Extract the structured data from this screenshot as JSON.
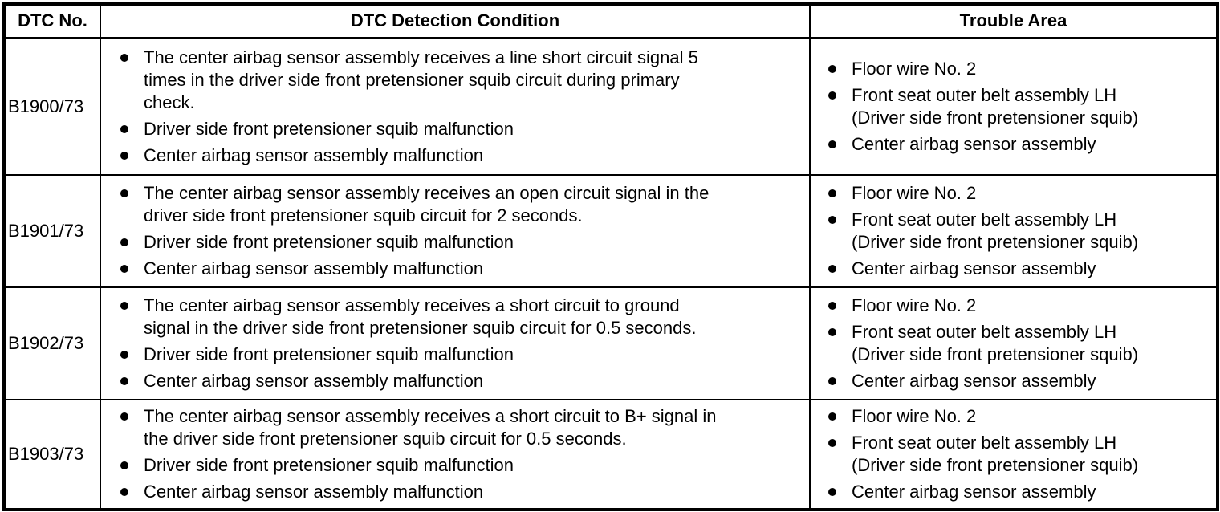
{
  "icons": {
    "bullet": "●"
  },
  "colors": {
    "border": "#000000",
    "text": "#000000",
    "background": "#ffffff"
  },
  "table": {
    "columns": [
      {
        "key": "dtc_no",
        "label": "DTC No."
      },
      {
        "key": "detection",
        "label": "DTC Detection Condition"
      },
      {
        "key": "trouble",
        "label": "Trouble Area"
      }
    ],
    "rows": [
      {
        "dtc_no": "B1900/73",
        "detection_conditions": [
          [
            "The center airbag sensor assembly receives a line short circuit signal 5",
            "times in the driver side front pretensioner squib circuit during primary",
            "check."
          ],
          [
            "Driver side front pretensioner squib malfunction"
          ],
          [
            "Center airbag sensor assembly malfunction"
          ]
        ],
        "trouble_areas": [
          [
            "Floor wire No. 2"
          ],
          [
            "Front seat outer belt assembly LH",
            "(Driver side front pretensioner squib)"
          ],
          [
            "Center airbag sensor assembly"
          ]
        ]
      },
      {
        "dtc_no": "B1901/73",
        "detection_conditions": [
          [
            "The center airbag sensor assembly receives an open circuit signal in the",
            "driver side front pretensioner squib circuit for 2 seconds."
          ],
          [
            "Driver side front pretensioner squib malfunction"
          ],
          [
            "Center airbag sensor assembly malfunction"
          ]
        ],
        "trouble_areas": [
          [
            "Floor wire No. 2"
          ],
          [
            "Front seat outer belt assembly LH",
            "(Driver side front pretensioner squib)"
          ],
          [
            "Center airbag sensor assembly"
          ]
        ]
      },
      {
        "dtc_no": "B1902/73",
        "detection_conditions": [
          [
            "The center airbag sensor assembly receives a short circuit to ground",
            "signal in the driver side front pretensioner squib circuit for 0.5 seconds."
          ],
          [
            "Driver side front pretensioner squib malfunction"
          ],
          [
            "Center airbag sensor assembly malfunction"
          ]
        ],
        "trouble_areas": [
          [
            "Floor wire No. 2"
          ],
          [
            "Front seat outer belt assembly LH",
            "(Driver side front pretensioner squib)"
          ],
          [
            "Center airbag sensor assembly"
          ]
        ]
      },
      {
        "dtc_no": "B1903/73",
        "detection_conditions": [
          [
            "The center airbag sensor assembly receives a short circuit to B+ signal in",
            "the driver side front pretensioner squib circuit for 0.5 seconds."
          ],
          [
            "Driver side front pretensioner squib malfunction"
          ],
          [
            "Center airbag sensor assembly malfunction"
          ]
        ],
        "trouble_areas": [
          [
            "Floor wire No. 2"
          ],
          [
            "Front seat outer belt assembly LH",
            "(Driver side front pretensioner squib)"
          ],
          [
            "Center airbag sensor assembly"
          ]
        ]
      }
    ]
  }
}
